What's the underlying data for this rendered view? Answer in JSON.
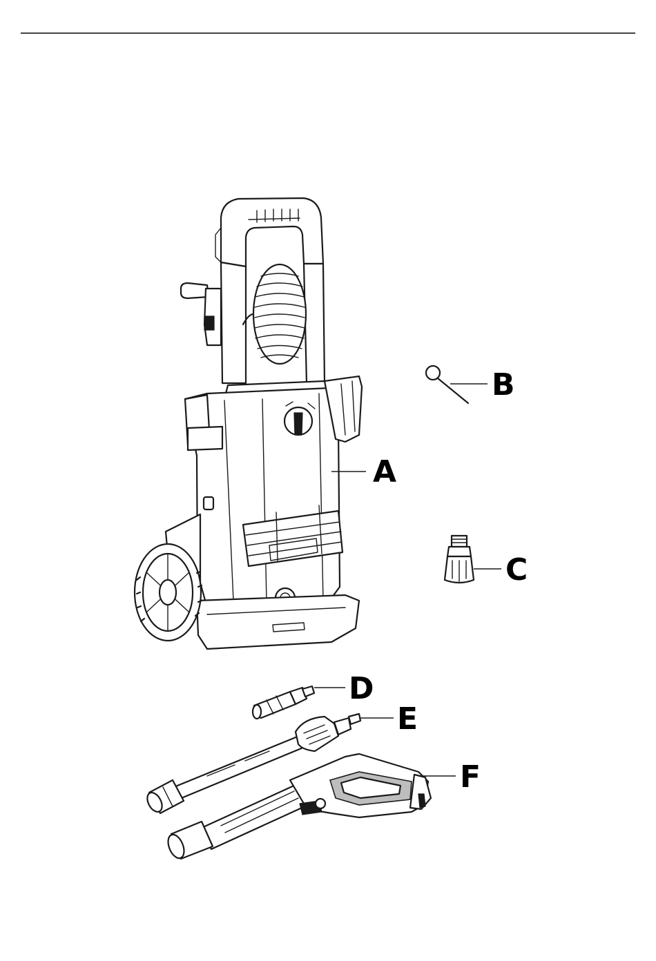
{
  "callouts": {
    "a": "A",
    "b": "B",
    "c": "C",
    "d": "D",
    "e": "E",
    "f": "F"
  },
  "colors": {
    "line": "#1a1a1a",
    "rule": "#444444",
    "highlight": "#bdbdbd"
  },
  "icons": {
    "machine": "pressure-washer-illustration",
    "needle": "cleaning-needle-illustration",
    "adapter": "hose-adapter-illustration",
    "nozzle": "nozzle-illustration",
    "lance": "spray-lance-illustration",
    "gun": "spray-gun-illustration"
  }
}
